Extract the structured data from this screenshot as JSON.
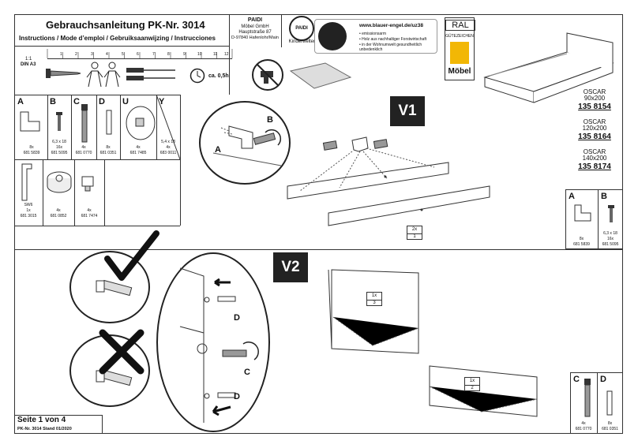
{
  "header": {
    "title": "Gebrauchsanleitung PK-Nr. 3014",
    "subtitle": "Instructions / Mode d’emploi / Gebruiksaanwijzing / Instrucciones",
    "company": {
      "name": "PAIDI",
      "line1": "Möbel GmbH",
      "line2": "Hauptstraße 87",
      "line3": "D-97840 Hafenlohr/Main"
    },
    "paidi_logo_text": "PAIDI",
    "paidi_tagline": "Kinderwelten",
    "blauer_engel": {
      "url": "www.blauer-engel.de/uz38",
      "points": [
        "• emissionsarm",
        "• Holz aus nachhaltiger Forstwirtschaft",
        "• in der Wohnumwelt gesundheitlich unbedenklich"
      ]
    },
    "ral": {
      "top": "RAL",
      "sub": "GÜTEZEICHEN",
      "bottom": "Möbel"
    }
  },
  "scale": {
    "ratio": "1:1",
    "format": "DIN A3",
    "ticks": [
      "1",
      "2",
      "3",
      "4",
      "5",
      "6",
      "7",
      "8",
      "9",
      "10",
      "11",
      "12"
    ]
  },
  "tools": {
    "time": "ca. 0,5h"
  },
  "products": [
    {
      "name": "OSCAR",
      "size": "90x200",
      "number": "135 8154"
    },
    {
      "name": "OSCAR",
      "size": "120x200",
      "number": "135 8164"
    },
    {
      "name": "OSCAR",
      "size": "140x200",
      "number": "135 8174"
    }
  ],
  "parts": [
    {
      "letter": "A",
      "qty": "8x",
      "code": "681 5839",
      "spec": ""
    },
    {
      "letter": "B",
      "qty": "16x",
      "code": "681 5095",
      "spec": "6,3 x 18"
    },
    {
      "letter": "C",
      "qty": "4x",
      "code": "681 0770",
      "spec": ""
    },
    {
      "letter": "D",
      "qty": "8x",
      "code": "681 0351",
      "spec": ""
    },
    {
      "letter": "U",
      "qty": "4x",
      "code": "681 7485",
      "spec": ""
    },
    {
      "letter": "Y",
      "qty": "4x",
      "code": "683 0011",
      "spec": "5,4 x 18"
    }
  ],
  "parts_row2": [
    {
      "label": "SW6",
      "qty": "1x",
      "code": "681 3015"
    },
    {
      "label": "",
      "qty": "4x",
      "code": "681 0852"
    },
    {
      "label": "",
      "qty": "4x",
      "code": "681 7474"
    }
  ],
  "v1": {
    "step": "V1",
    "callout_a": "A",
    "callout_b": "B",
    "qty": "2x",
    "num": "1",
    "side_parts": [
      {
        "letter": "A",
        "qty": "8x",
        "code": "681 5839",
        "spec": ""
      },
      {
        "letter": "B",
        "qty": "16x",
        "code": "681 5095",
        "spec": "6,3 x 18"
      }
    ]
  },
  "v2": {
    "step": "V2",
    "label_d1": "D",
    "label_c": "C",
    "label_d2": "D",
    "panel1_qty": "1x",
    "panel1_num": "3",
    "panel2_qty": "1x",
    "panel2_num": "2",
    "side_parts": [
      {
        "letter": "C",
        "qty": "4x",
        "code": "681 0770"
      },
      {
        "letter": "D",
        "qty": "8x",
        "code": "681 0351"
      }
    ]
  },
  "footer": {
    "page": "Seite 1 von 4",
    "meta": "PK-Nr. 3014  Stand 01/2020"
  }
}
